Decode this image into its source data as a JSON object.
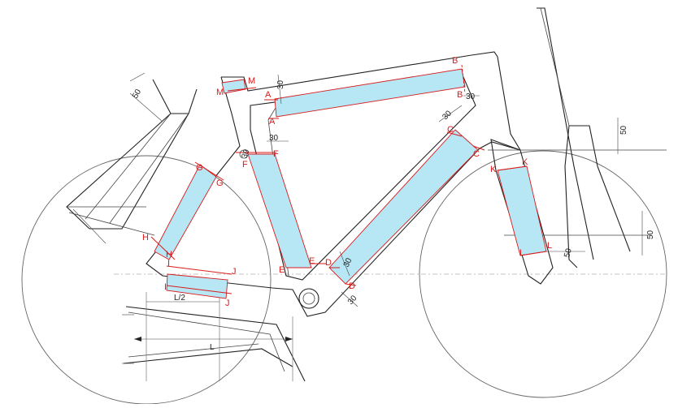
{
  "point_labels": {
    "A": "A",
    "B": "B",
    "C": "C",
    "D": "D",
    "E": "E",
    "F": "F",
    "G": "G",
    "H": "H",
    "I": "I",
    "J": "J",
    "K": "K",
    "L": "L",
    "M": "M"
  },
  "dimensions": {
    "offset_30": "30",
    "offset_50": "50",
    "half_length": "L/2",
    "length": "L"
  },
  "colors": {
    "zone_fill": "#b7e6f5",
    "label_red": "#d81b1b",
    "line": "#222222"
  }
}
